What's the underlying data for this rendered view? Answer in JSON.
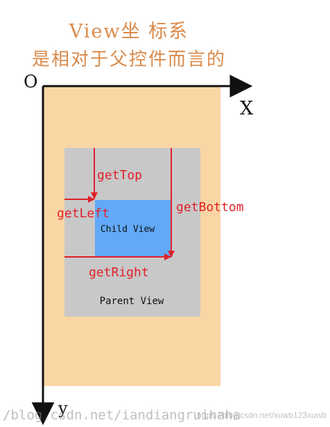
{
  "title": {
    "line1": "View坐 标系",
    "line2": "是相对于父控件而言的"
  },
  "axes": {
    "origin": "O",
    "x": "X",
    "y": "y"
  },
  "labels": {
    "get_top": "getTop",
    "get_left": "getLeft",
    "get_bottom": "getBottom",
    "get_right": "getRight",
    "child_view": "Child View",
    "parent_view": "Parent View"
  },
  "watermark": {
    "main": "/blog.csdn.net/iandiangruihaha",
    "secondary": "https://blog.csdn.net/xuwb123xuwb"
  },
  "colors": {
    "title": "#d98a4a",
    "canvas_background": "#f9d6a4",
    "parent_view": "#c8c8c8",
    "child_view": "#62a9f9",
    "measurement_lines": "#e0202a",
    "axes": "#111111"
  }
}
